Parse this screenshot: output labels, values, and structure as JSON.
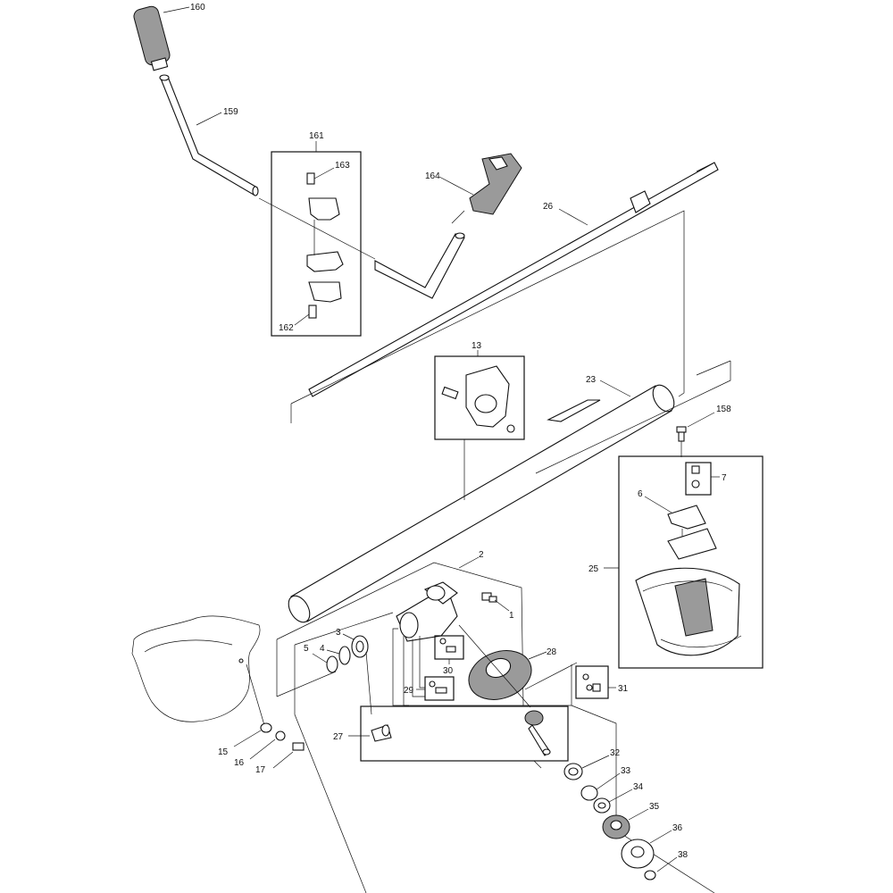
{
  "labels": {
    "p1": "1",
    "p2": "2",
    "p3": "3",
    "p4": "4",
    "p5": "5",
    "p6": "6",
    "p7": "7",
    "p13": "13",
    "p15": "15",
    "p16": "16",
    "p17": "17",
    "p23": "23",
    "p25": "25",
    "p26": "26",
    "p27": "27",
    "p28": "28",
    "p29": "29",
    "p30": "30",
    "p31": "31",
    "p32": "32",
    "p33": "33",
    "p34": "34",
    "p35": "35",
    "p36": "36",
    "p38": "38",
    "p158": "158",
    "p159": "159",
    "p160": "160",
    "p161": "161",
    "p162": "162",
    "p163": "163",
    "p164": "164"
  }
}
